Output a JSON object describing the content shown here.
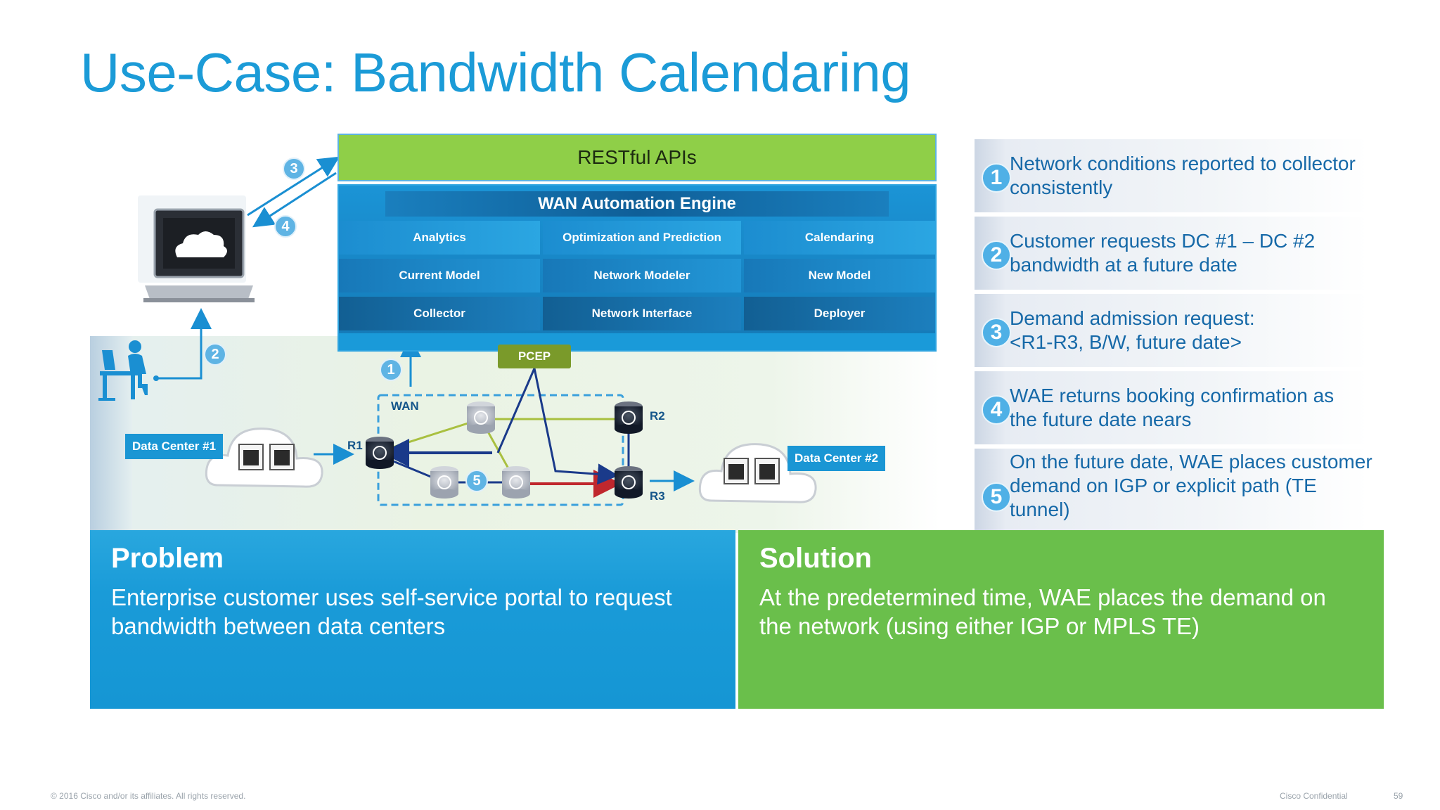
{
  "title": "Use-Case: Bandwidth Calendaring",
  "diagram": {
    "restful": "RESTful APIs",
    "wae_title": "WAN Automation Engine",
    "modules": [
      [
        "Analytics",
        "Optimization and Prediction",
        "Calendaring"
      ],
      [
        "Current Model",
        "Network Modeler",
        "New Model"
      ],
      [
        "Collector",
        "Network Interface",
        "Deployer"
      ]
    ],
    "pcep": "PCEP",
    "wan": "WAN",
    "data_center_1": "Data Center #1",
    "data_center_2": "Data Center #2",
    "routers": [
      "R1",
      "R2",
      "R3"
    ],
    "badges": [
      "1",
      "2",
      "3",
      "4",
      "5"
    ]
  },
  "steps": [
    {
      "num": "1",
      "text": "Network conditions reported to collector consistently"
    },
    {
      "num": "2",
      "text": "Customer requests DC #1 – DC #2 bandwidth at a future date"
    },
    {
      "num": "3",
      "text": "Demand admission request: <R1-R3, B/W, future date>"
    },
    {
      "num": "4",
      "text": "WAE returns booking confirmation as the future date nears"
    },
    {
      "num": "5",
      "text": "On the future date, WAE places customer demand on IGP or explicit path (TE tunnel)"
    }
  ],
  "problem": {
    "title": "Problem",
    "text": "Enterprise customer uses self-service portal to request bandwidth between data centers"
  },
  "solution": {
    "title": "Solution",
    "text": "At the predetermined time, WAE places the demand on the network (using either IGP or MPLS TE)"
  },
  "footer": {
    "copyright": "© 2016 Cisco and/or its affiliates. All rights reserved.",
    "confidential": "Cisco Confidential",
    "page": "59"
  },
  "colors": {
    "title": "#1b9bd7",
    "rest": "#8fcf48",
    "wae": "#1a8fd2",
    "problem": "#1a9bd8",
    "solution": "#6abf4b",
    "step_text": "#1669a8"
  }
}
